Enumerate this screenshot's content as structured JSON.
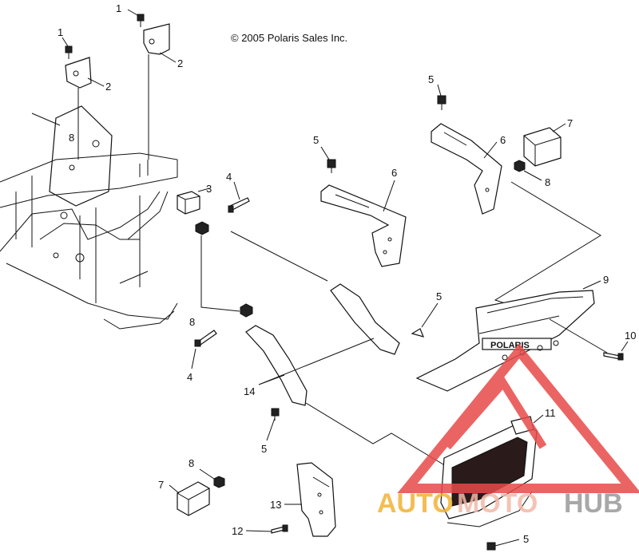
{
  "copyright": "© 2005 Polaris Sales Inc.",
  "callouts": {
    "c1a": "1",
    "c1b": "1",
    "c2a": "2",
    "c2b": "2",
    "c3": "3",
    "c4a": "4",
    "c4b": "4",
    "c5a": "5",
    "c5b": "5",
    "c5c": "5",
    "c5d": "5",
    "c5e": "5",
    "c6a": "6",
    "c6b": "6",
    "c7a": "7",
    "c7b": "7",
    "c8a": "8",
    "c8b": "8",
    "c8c": "8",
    "c8d": "8",
    "c9": "9",
    "c10": "10",
    "c11": "11",
    "c12": "12",
    "c13": "13",
    "c14": "14"
  },
  "grille_logo": "POLARIS",
  "watermark": {
    "text_auto": "AUTO",
    "text_moto": "MOTO",
    "text_hub": "HUB",
    "colors": {
      "auto": "#f2b233",
      "moto": "#f3b9a8",
      "hub": "#9a9a9a",
      "triangle": "#e84a4a"
    }
  }
}
